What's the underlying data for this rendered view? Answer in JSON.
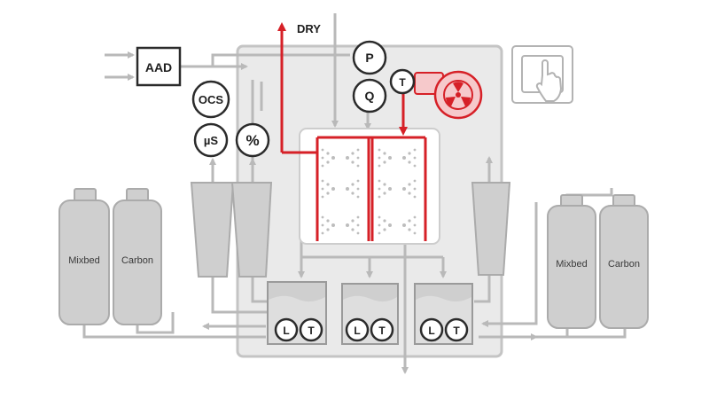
{
  "labels": {
    "dry": "DRY",
    "aad": "AAD",
    "pressure": "P",
    "flow": "Q",
    "temperature_fan": "T",
    "ocs": "OCS",
    "conductivity": "µS",
    "percent": "%",
    "tanks": [
      {
        "level": "L",
        "temp": "T"
      },
      {
        "level": "L",
        "temp": "T"
      },
      {
        "level": "L",
        "temp": "T"
      }
    ],
    "left_cylinders": [
      "Mixbed",
      "Carbon"
    ],
    "right_cylinders": [
      "Mixbed",
      "Carbon"
    ]
  },
  "icons": {
    "fan": "fan-icon",
    "touch_panel": "touchscreen-icon"
  },
  "colors": {
    "pipe": "#b9b9b9",
    "accent": "#d62027",
    "accent_fill": "#f6c9cb",
    "vessel": "#cfcfcf",
    "chamber": "#e9e9e9",
    "dark": "#2b2b2b"
  }
}
